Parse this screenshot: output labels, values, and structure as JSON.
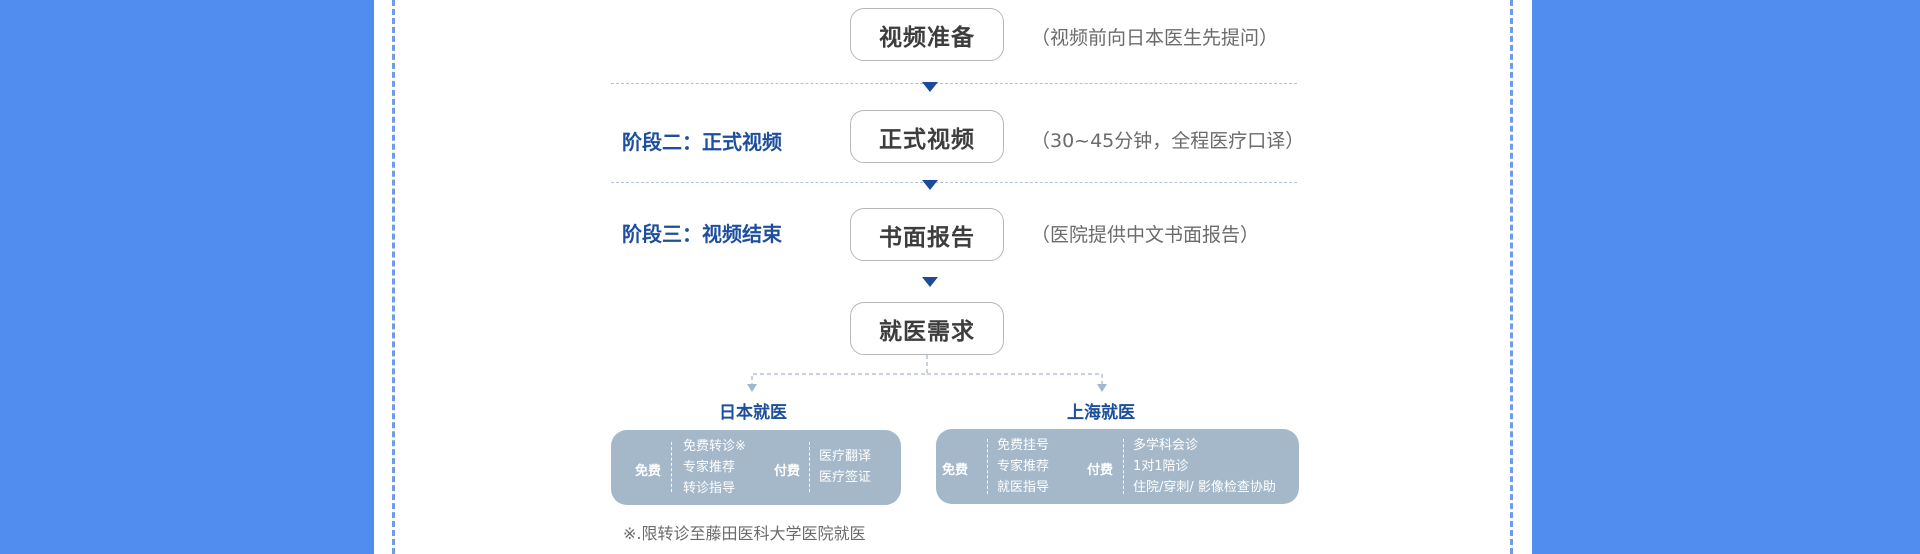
{
  "steps": [
    {
      "label": "视频准备",
      "note": "（视频前向日本医生先提问）"
    },
    {
      "label": "正式视频",
      "note": "（30~45分钟，全程医疗口译）"
    },
    {
      "label": "书面报告",
      "note": "（医院提供中文书面报告）"
    },
    {
      "label": "就医需求",
      "note": ""
    }
  ],
  "stages": {
    "stage2": "阶段二：正式视频",
    "stage3": "阶段三：视频结束"
  },
  "branches": {
    "japan": {
      "title": "日本就医",
      "free_label": "免费",
      "free_items": [
        "免费转诊※",
        "专家推荐",
        "转诊指导"
      ],
      "paid_label": "付费",
      "paid_items": [
        "医疗翻译",
        "医疗签证"
      ]
    },
    "shanghai": {
      "title": "上海就医",
      "free_label": "免费",
      "free_items": [
        "免费挂号",
        "专家推荐",
        "就医指导"
      ],
      "paid_label": "付费",
      "paid_items": [
        "多学科会诊",
        "1对1陪诊",
        "住院/穿刺/ 影像检查协助"
      ]
    }
  },
  "footnote": "※.限转诊至藤田医科大学医院就医",
  "colors": {
    "background": "#518cef",
    "stage_text": "#1e4f9c",
    "arrow": "#1d4a9a",
    "service_box": "#a4b8c9"
  }
}
